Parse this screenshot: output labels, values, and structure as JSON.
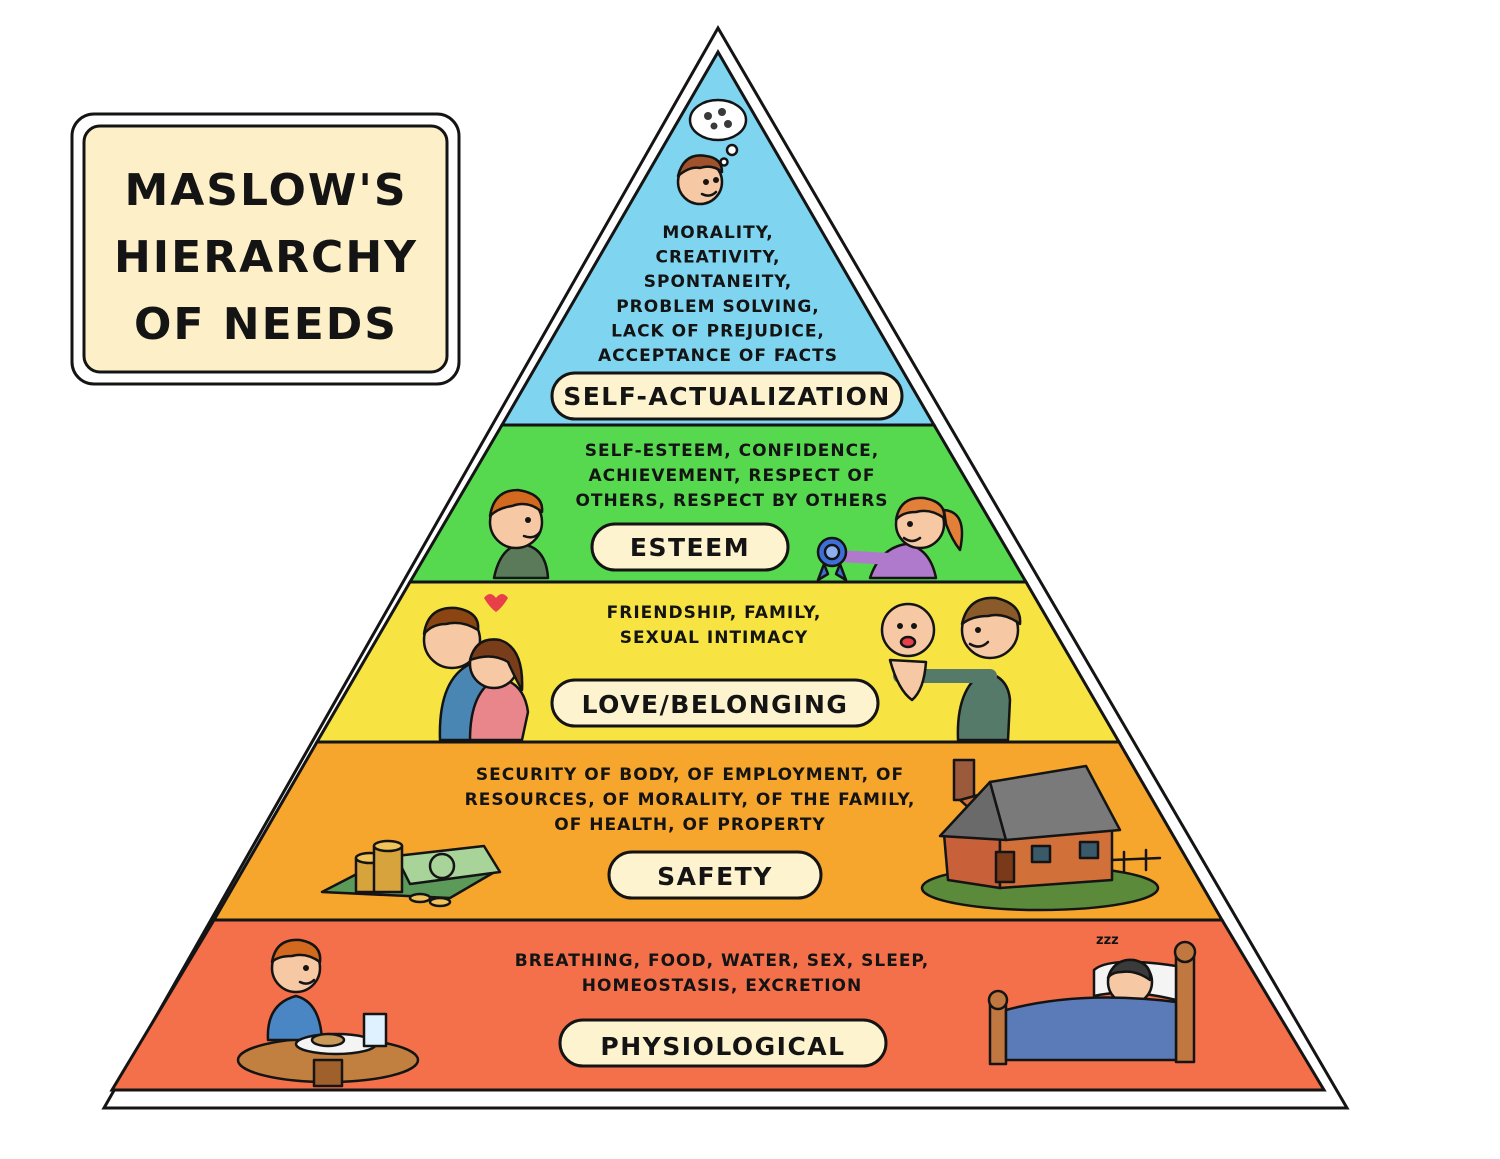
{
  "title": {
    "line1": "MASLOW'S",
    "line2": "HIERARCHY",
    "line3": "OF NEEDS"
  },
  "colors": {
    "self_actualization": "#7fd4f0",
    "esteem": "#57d94f",
    "love": "#f7e443",
    "safety": "#f6a52d",
    "physiological": "#f4704b",
    "pill": "#fdf3cf",
    "title_box": "#fdf0c8"
  },
  "levels": [
    {
      "id": "self-actualization",
      "label": "SELF-ACTUALIZATION",
      "lines": [
        "MORALITY,",
        "CREATIVITY,",
        "SPONTANEITY,",
        "PROBLEM SOLVING,",
        "LACK OF PREJUDICE,",
        "ACCEPTANCE OF FACTS"
      ]
    },
    {
      "id": "esteem",
      "label": "ESTEEM",
      "lines": [
        "SELF-ESTEEM, CONFIDENCE,",
        "ACHIEVEMENT, RESPECT OF",
        "OTHERS, RESPECT BY OTHERS"
      ]
    },
    {
      "id": "love-belonging",
      "label": "LOVE/BELONGING",
      "lines": [
        "FRIENDSHIP, FAMILY,",
        "SEXUAL INTIMACY"
      ]
    },
    {
      "id": "safety",
      "label": "SAFETY",
      "lines": [
        "SECURITY OF BODY, OF EMPLOYMENT, OF",
        "RESOURCES, OF MORALITY, OF THE FAMILY,",
        "OF HEALTH, OF PROPERTY"
      ]
    },
    {
      "id": "physiological",
      "label": "PHYSIOLOGICAL",
      "lines": [
        "BREATHING, FOOD, WATER, SEX, SLEEP,",
        "HOMEOSTASIS, EXCRETION"
      ]
    }
  ],
  "illustrations": {
    "sleep_mark": "zzz"
  }
}
